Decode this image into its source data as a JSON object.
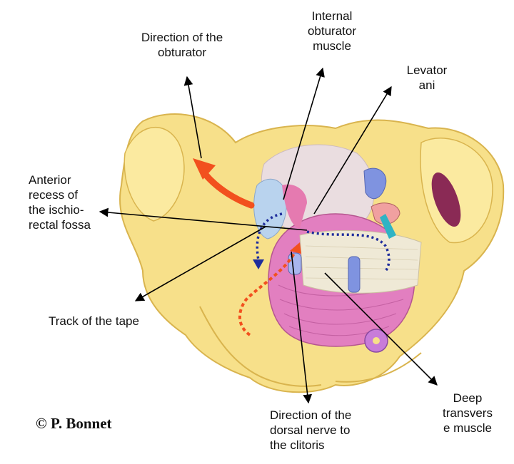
{
  "labels": {
    "direction_obturator": [
      "Direction of the",
      "obturator"
    ],
    "internal_obturator": [
      "Internal",
      "obturator",
      "muscle"
    ],
    "levator_ani": [
      "Levator",
      "ani"
    ],
    "anterior_recess": [
      "Anterior",
      "recess of",
      "the ischio-",
      "rectal fossa"
    ],
    "track_tape": [
      "Track of the tape"
    ],
    "direction_dorsal_nerve": [
      "Direction of the",
      "dorsal nerve to",
      "the clitoris"
    ],
    "deep_transverse": [
      "Deep",
      "transvers",
      "e muscle"
    ]
  },
  "copyright": "© P. Bonnet",
  "colors": {
    "bone": "#f7e08a",
    "bone_dark": "#e8c660",
    "muscle_pink": "#e27fc0",
    "membrane": "#efe9d6",
    "bladder_bg": "#eadde0",
    "vessel_blue": "#7f93e0",
    "tape_red": "#f2501e",
    "track_blue": "#1f2d9c"
  }
}
